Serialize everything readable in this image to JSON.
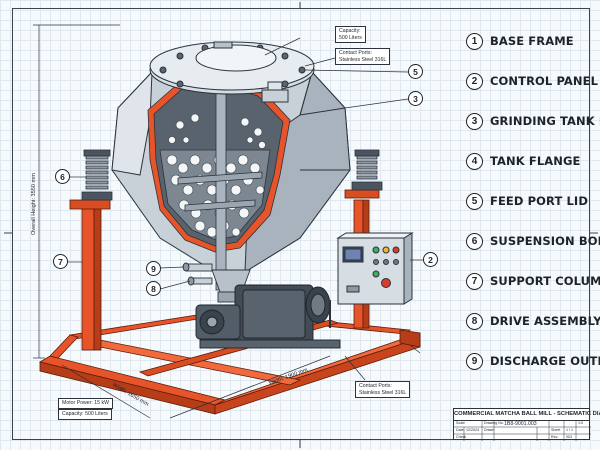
{
  "diagram": {
    "title": "COMMERCIAL MATCHA BALL MILL - SCHEMATIC DIAGRAM",
    "drawing_number": "1B8-9001.003",
    "legend": [
      {
        "num": "1",
        "label": "BASE FRAME"
      },
      {
        "num": "2",
        "label": "CONTROL PANEL"
      },
      {
        "num": "3",
        "label": "GRINDING TANK BODY"
      },
      {
        "num": "4",
        "label": "TANK FLANGE"
      },
      {
        "num": "5",
        "label": "FEED PORT LID"
      },
      {
        "num": "6",
        "label": "SUSPENSION BOLTS"
      },
      {
        "num": "7",
        "label": "SUPPORT COLUMN"
      },
      {
        "num": "8",
        "label": "DRIVE ASSEMBLY"
      },
      {
        "num": "9",
        "label": "DISCHARGE OUTLET"
      }
    ],
    "callouts": {
      "capacity_top": [
        "Capacity:",
        "500 Liters"
      ],
      "contact_top": [
        "Contact Ports:",
        "Stainless Steel 316L"
      ],
      "contact_bottom": [
        "Contact Ports:",
        "Stainless Steel 316L"
      ],
      "motor_power": "Motor Power: 15 kW",
      "capacity_bottom": "Capacity: 500 Liters"
    },
    "dimensions": {
      "height": "Overall Height: 3550 mm",
      "width": "Width: 1650 mm",
      "depth": "Width: 1900 mm"
    },
    "title_block": {
      "drawing_label": "Drawing No.",
      "scale_label": "Scale",
      "scale_value": "1:5",
      "date_label": "Date",
      "date_value": "12/2024",
      "drawn_label": "Drawn",
      "sheet_label": "Sheet",
      "sheet_value": "1 / 1",
      "check_label": "Check",
      "rev_label": "Rev.",
      "rev_value": "003"
    },
    "marker_numbers": {
      "n2": "2",
      "n3": "3",
      "n5": "5",
      "n6": "6",
      "n7": "7",
      "n8": "8",
      "n9": "9"
    }
  }
}
